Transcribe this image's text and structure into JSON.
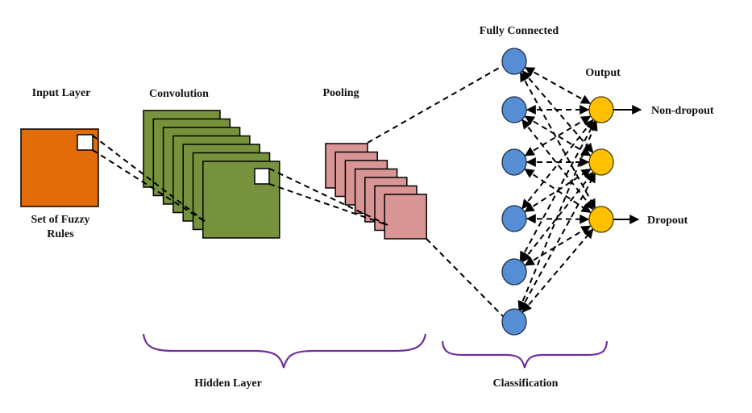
{
  "labels": {
    "input_layer": "Input Layer",
    "fuzzy_rules_line1": "Set of Fuzzy",
    "fuzzy_rules_line2": "Rules",
    "convolution": "Convolution",
    "pooling": "Pooling",
    "fully_connected": "Fully Connected",
    "output": "Output",
    "non_dropout": "Non-dropout",
    "dropout": "Dropout",
    "hidden_layer": "Hidden Layer",
    "classification": "Classification"
  },
  "structure": {
    "convolution_maps": 7,
    "pooling_maps": 7,
    "fully_connected_nodes": 6,
    "output_nodes": 3,
    "output_labels": [
      "Non-dropout",
      "",
      "Dropout"
    ]
  },
  "colors": {
    "input": "#e36c0a",
    "convolution": "#76923c",
    "pooling": "#d99594",
    "fc_node": "#558ed5",
    "output_node": "#ffc000",
    "brace": "#7030a0",
    "kernel": "#ffffff"
  }
}
